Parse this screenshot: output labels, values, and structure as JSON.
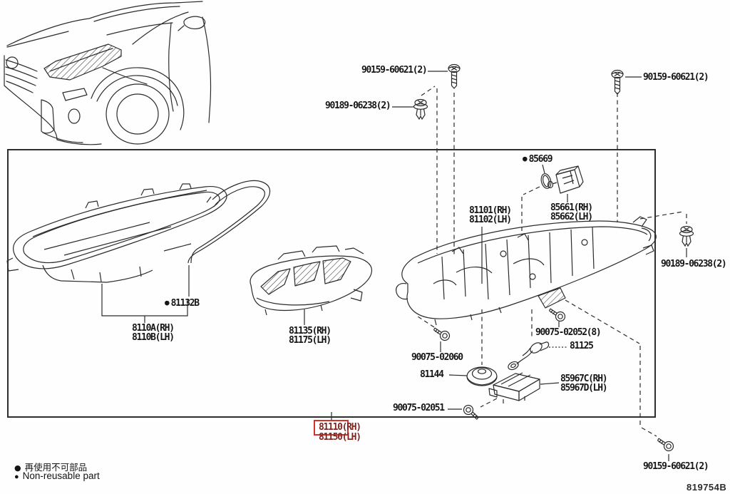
{
  "colors": {
    "line": "#2b2b2b",
    "highlight_box": "#d2342c",
    "highlight_text": "#7e2622",
    "text": "#161616"
  },
  "legend": {
    "bullet": "●",
    "jp": "再使用不可部品",
    "en": "Non-reusable part"
  },
  "diagram_code": "819754B",
  "parts": {
    "screw_top_left": {
      "label": "90159-60621(2)"
    },
    "clip_top": {
      "label": "90189-06238(2)"
    },
    "screw_top_right": {
      "label": "90159-60621(2)"
    },
    "oring": {
      "bullet": "●",
      "label": "85669"
    },
    "actuator": {
      "label_rh": "85661(RH)",
      "label_lh": "85662(LH)"
    },
    "housing": {
      "label_rh": "81101(RH)",
      "label_lh": "81102(LH)"
    },
    "seal": {
      "bullet": "●",
      "label": "81132B"
    },
    "lens_unit": {
      "label_rh": "8110A(RH)",
      "label_lh": "8110B(LH)"
    },
    "inner_lens": {
      "label_rh": "81135(RH)",
      "label_lh": "81175(LH)"
    },
    "screw_02060": {
      "label": "90075-02060"
    },
    "screw_02052": {
      "label": "90075-02052(8)"
    },
    "bulb": {
      "label": "81125"
    },
    "cap": {
      "label": "81144"
    },
    "ecu": {
      "label_rh": "85967C(RH)",
      "label_lh": "85967D(LH)"
    },
    "screw_02051": {
      "label": "90075-02051"
    },
    "assembly": {
      "label_rh_num": "81110",
      "label_rh_suffix": "(RH)",
      "label_lh": "81150(LH)"
    },
    "clip_right": {
      "label": "90189-06238(2)"
    },
    "screw_bottom_right": {
      "label": "90159-60621(2)"
    }
  }
}
